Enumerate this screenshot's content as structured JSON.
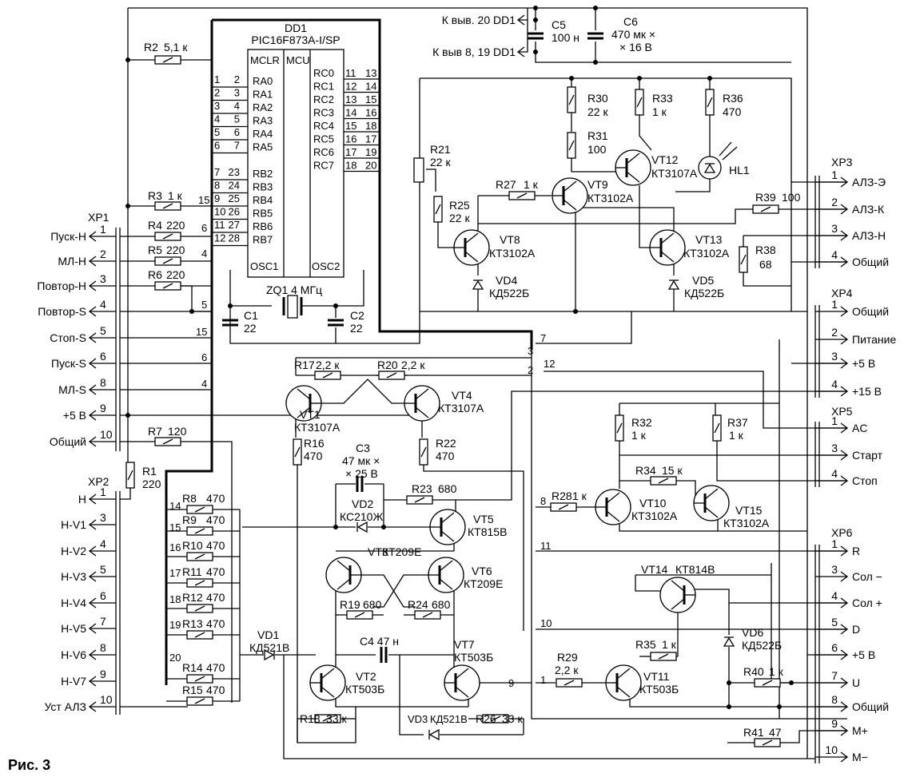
{
  "figure_caption": "Рис. 3",
  "chip": {
    "ref": "DD1",
    "type": "PIC16F873A-I/SP",
    "mcu": "MCU",
    "mclr": "MCLR",
    "osc1": "OSC1",
    "osc2": "OSC2",
    "left_pins": [
      {
        "name": "RA0",
        "pin": "2"
      },
      {
        "name": "RA1",
        "pin": "3"
      },
      {
        "name": "RA2",
        "pin": "4"
      },
      {
        "name": "RA3",
        "pin": "5"
      },
      {
        "name": "RA4",
        "pin": "6"
      },
      {
        "name": "RA5",
        "pin": "7"
      },
      {
        "name": "RB2",
        "pin": "23"
      },
      {
        "name": "RB3",
        "pin": "24"
      },
      {
        "name": "RB4",
        "pin": "25"
      },
      {
        "name": "RB5",
        "pin": "26"
      },
      {
        "name": "RB6",
        "pin": "27"
      },
      {
        "name": "RB7",
        "pin": "28"
      }
    ],
    "right_pins": [
      {
        "name": "RC0",
        "pin": "11"
      },
      {
        "name": "RC1",
        "pin": "12"
      },
      {
        "name": "RC2",
        "pin": "13"
      },
      {
        "name": "RC3",
        "pin": "14"
      },
      {
        "name": "RC4",
        "pin": "15"
      },
      {
        "name": "RC5",
        "pin": "16"
      },
      {
        "name": "RC6",
        "pin": "17"
      },
      {
        "name": "RC7",
        "pin": "18"
      }
    ],
    "right_nums": [
      "13",
      "14",
      "15",
      "16",
      "18",
      "17",
      "19",
      "20"
    ],
    "bus_nums": [
      "1",
      "2",
      "3",
      "4",
      "5",
      "6",
      "7",
      "8",
      "9",
      "10",
      "11",
      "12"
    ]
  },
  "power": {
    "to_pin20": "К выв. 20 DD1",
    "to_pin8": "К выв  8, 19 DD1",
    "c5": "C5",
    "c5_val": "100 н",
    "c6": "C6",
    "c6_val1": "470 мк ×",
    "c6_val2": "× 16 В"
  },
  "crystal": {
    "label": "ZQ1 4 МГц",
    "c1": "C1",
    "c1_val": "22",
    "c2": "C2",
    "c2_val": "22"
  },
  "resistors": [
    {
      "ref": "R1",
      "val": "220"
    },
    {
      "ref": "R2",
      "val": "5,1 к"
    },
    {
      "ref": "R3",
      "val": "1 к"
    },
    {
      "ref": "R4",
      "val": "220"
    },
    {
      "ref": "R5",
      "val": "220"
    },
    {
      "ref": "R6",
      "val": "220"
    },
    {
      "ref": "R7",
      "val": "120"
    },
    {
      "ref": "R8",
      "val": "470"
    },
    {
      "ref": "R9",
      "val": "470"
    },
    {
      "ref": "R10",
      "val": "470"
    },
    {
      "ref": "R11",
      "val": "470"
    },
    {
      "ref": "R12",
      "val": "470"
    },
    {
      "ref": "R13",
      "val": "470"
    },
    {
      "ref": "R14",
      "val": "470"
    },
    {
      "ref": "R15",
      "val": "470"
    },
    {
      "ref": "R16",
      "val": "470"
    },
    {
      "ref": "R17",
      "val": "2,2 к"
    },
    {
      "ref": "R18",
      "val": "33 к"
    },
    {
      "ref": "R19",
      "val": "680"
    },
    {
      "ref": "R20",
      "val": "2,2 к"
    },
    {
      "ref": "R21",
      "val": "22 к"
    },
    {
      "ref": "R22",
      "val": "470"
    },
    {
      "ref": "R23",
      "val": "680"
    },
    {
      "ref": "R24",
      "val": "680"
    },
    {
      "ref": "R25",
      "val": "22 к"
    },
    {
      "ref": "R26",
      "val": "33 к"
    },
    {
      "ref": "R27",
      "val": "1 к"
    },
    {
      "ref": "R28",
      "val": "1 к"
    },
    {
      "ref": "R29",
      "val": "2,2 к"
    },
    {
      "ref": "R30",
      "val": "22 к"
    },
    {
      "ref": "R31",
      "val": "100"
    },
    {
      "ref": "R32",
      "val": "1 к"
    },
    {
      "ref": "R33",
      "val": "1 к"
    },
    {
      "ref": "R34",
      "val": "15 к"
    },
    {
      "ref": "R35",
      "val": "1 к"
    },
    {
      "ref": "R36",
      "val": "470"
    },
    {
      "ref": "R37",
      "val": "1 к"
    },
    {
      "ref": "R38",
      "val": "68"
    },
    {
      "ref": "R39",
      "val": "100"
    },
    {
      "ref": "R40",
      "val": "1 к"
    },
    {
      "ref": "R41",
      "val": "47"
    }
  ],
  "transistors": [
    {
      "ref": "VT1",
      "type": "КТ3107А"
    },
    {
      "ref": "VT2",
      "type": "КТ503Б"
    },
    {
      "ref": "VT3",
      "type": "КТ209Е"
    },
    {
      "ref": "VT4",
      "type": "КТ3107А"
    },
    {
      "ref": "VT5",
      "type": "КТ815В"
    },
    {
      "ref": "VT6",
      "type": "КТ209Е"
    },
    {
      "ref": "VT7",
      "type": "КТ503Б"
    },
    {
      "ref": "VT8",
      "type": "КТ3102А"
    },
    {
      "ref": "VT9",
      "type": "КТ3102А"
    },
    {
      "ref": "VT10",
      "type": "КТ3102А"
    },
    {
      "ref": "VT11",
      "type": "КТ503Б"
    },
    {
      "ref": "VT12",
      "type": "КТ3107А"
    },
    {
      "ref": "VT13",
      "type": "КТ3102А"
    },
    {
      "ref": "VT14",
      "type": "КТ814В"
    },
    {
      "ref": "VT15",
      "type": "КТ3102А"
    }
  ],
  "diodes": [
    {
      "ref": "VD1",
      "type": "КД521В"
    },
    {
      "ref": "VD2",
      "type": "КС210Ж"
    },
    {
      "ref": "VD3",
      "type": "КД521В"
    },
    {
      "ref": "VD4",
      "type": "КД522Б"
    },
    {
      "ref": "VD5",
      "type": "КД522Б"
    },
    {
      "ref": "VD6",
      "type": "КД522Б"
    }
  ],
  "led": {
    "ref": "HL1"
  },
  "caps_misc": {
    "c3": "C3",
    "c3_val1": "47 мк ×",
    "c3_val2": "× 25 В",
    "c4": "C4 47 н"
  },
  "connectors": {
    "xp1": {
      "ref": "XP1",
      "pins": [
        {
          "n": "1",
          "label": "Пуск-Н"
        },
        {
          "n": "2",
          "label": "МЛ-Н"
        },
        {
          "n": "3",
          "label": "Повтор-Н"
        },
        {
          "n": "4",
          "label": "Повтор-S"
        },
        {
          "n": "5",
          "label": "Стоп-S"
        },
        {
          "n": "6",
          "label": "Пуск-S"
        },
        {
          "n": "8",
          "label": "МЛ-S"
        },
        {
          "n": "9",
          "label": "+5 В"
        },
        {
          "n": "10",
          "label": "Общий"
        }
      ]
    },
    "xp2": {
      "ref": "XP2",
      "pins": [
        {
          "n": "1",
          "label": "Н"
        },
        {
          "n": "3",
          "label": "Н-V1"
        },
        {
          "n": "4",
          "label": "Н-V2"
        },
        {
          "n": "5",
          "label": "Н-V3"
        },
        {
          "n": "6",
          "label": "Н-V4"
        },
        {
          "n": "7",
          "label": "Н-V5"
        },
        {
          "n": "8",
          "label": "Н-V6"
        },
        {
          "n": "9",
          "label": "Н-V7"
        },
        {
          "n": "10",
          "label": "Уст АЛЗ"
        }
      ]
    },
    "xp3": {
      "ref": "XP3",
      "pins": [
        {
          "n": "1",
          "label": "АЛЗ-Э"
        },
        {
          "n": "2",
          "label": "АЛЗ-К"
        },
        {
          "n": "3",
          "label": "АЛЗ-Н"
        },
        {
          "n": "4",
          "label": "Общий"
        }
      ]
    },
    "xp4": {
      "ref": "XP4",
      "pins": [
        {
          "n": "1",
          "label": "Общий"
        },
        {
          "n": "2",
          "label": "Питание"
        },
        {
          "n": "3",
          "label": "+5 В"
        },
        {
          "n": "4",
          "label": "+15 В"
        }
      ]
    },
    "xp5": {
      "ref": "XP5",
      "pins": [
        {
          "n": "1",
          "label": "AC"
        },
        {
          "n": "3",
          "label": "Старт"
        },
        {
          "n": "4",
          "label": "Стоп"
        }
      ]
    },
    "xp6": {
      "ref": "XP6",
      "pins": [
        {
          "n": "1",
          "label": "R"
        },
        {
          "n": "3",
          "label": "Сол −"
        },
        {
          "n": "4",
          "label": "Сол +"
        },
        {
          "n": "5",
          "label": "D"
        },
        {
          "n": "6",
          "label": "+5 В"
        },
        {
          "n": "7",
          "label": "U"
        },
        {
          "n": "8",
          "label": "Общий"
        },
        {
          "n": "9",
          "label": "М+"
        },
        {
          "n": "10",
          "label": "М−"
        }
      ]
    }
  }
}
